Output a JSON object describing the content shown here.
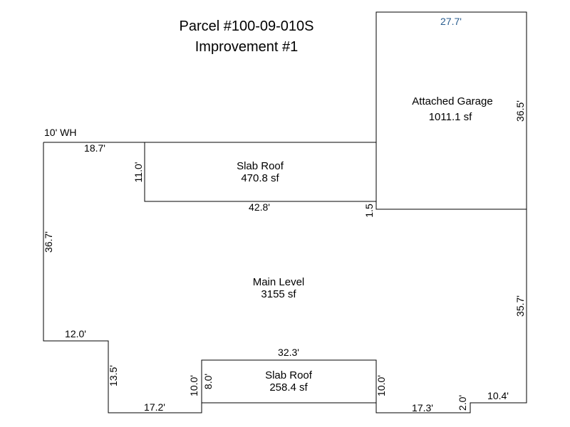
{
  "title": {
    "line1": "Parcel #100-09-010S",
    "line2": "Improvement #1"
  },
  "areas": {
    "garage": {
      "name": "Attached Garage",
      "area": "1011.1 sf"
    },
    "slab_top": {
      "name": "Slab Roof",
      "area": "470.8 sf"
    },
    "main": {
      "name": "Main Level",
      "area": "3155 sf"
    },
    "slab_bottom": {
      "name": "Slab Roof",
      "area": "258.4 sf"
    }
  },
  "dimensions": {
    "wh_note": "10' WH",
    "d_18_7": "18.7'",
    "d_11_0": "11.0'",
    "d_42_8": "42.8'",
    "d_1_5": "1.5",
    "d_27_7": "27.7'",
    "d_36_5": "36.5'",
    "d_36_7": "36.7'",
    "d_35_7": "35.7'",
    "d_12_0": "12.0'",
    "d_13_5": "13.5'",
    "d_17_2": "17.2'",
    "d_10_0_left": "10.0'",
    "d_8_0": "8.0'",
    "d_32_3": "32.3'",
    "d_10_0_right": "10.0'",
    "d_17_3": "17.3'",
    "d_2_0": "2.0'",
    "d_10_4": "10.4'"
  },
  "colors": {
    "line": "#000000",
    "garage_dim": "#2a5d8f"
  }
}
